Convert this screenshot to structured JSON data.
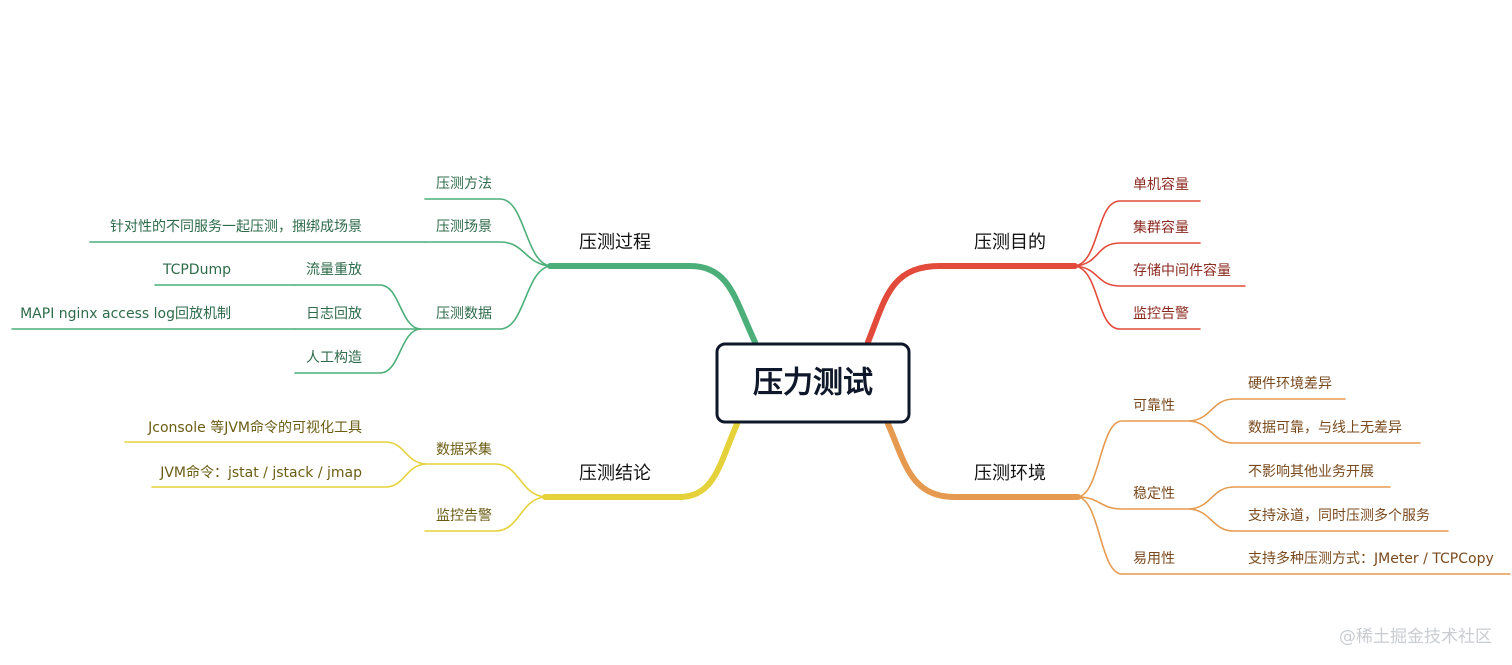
{
  "root": "压力测试",
  "watermark": "@稀土掘金技术社区",
  "branches": {
    "purpose": {
      "title": "压测目的",
      "color": "#e24a3b",
      "children": [
        "单机容量",
        "集群容量",
        "存储中间件容量",
        "监控告警"
      ]
    },
    "environment": {
      "title": "压测环境",
      "color": "#e59a4f",
      "reliability": {
        "label": "可靠性",
        "children": [
          "硬件环境差异",
          "数据可靠，与线上无差异"
        ]
      },
      "stability": {
        "label": "稳定性",
        "children": [
          "不影响其他业务开展",
          "支持泳道，同时压测多个服务"
        ]
      },
      "usability": {
        "label": "易用性",
        "children": [
          "支持多种压测方式：JMeter / TCPCopy"
        ]
      }
    },
    "process": {
      "title": "压测过程",
      "color": "#4caf7a",
      "method": {
        "label": "压测方法"
      },
      "scenario": {
        "label": "压测场景",
        "children": [
          "针对性的不同服务一起压测，捆绑成场景"
        ]
      },
      "data": {
        "label": "压测数据",
        "traffic_replay": {
          "label": "流量重放",
          "children": [
            "TCPDump"
          ]
        },
        "log_replay": {
          "label": "日志回放",
          "children": [
            "MAPI nginx access log回放机制"
          ]
        },
        "manual": {
          "label": "人工构造"
        }
      }
    },
    "conclusion": {
      "title": "压测结论",
      "color": "#e5d23a",
      "collection": {
        "label": "数据采集",
        "children": [
          "Jconsole 等JVM命令的可视化工具",
          "JVM命令：jstat / jstack / jmap"
        ]
      },
      "alert": {
        "label": "监控告警"
      }
    }
  }
}
